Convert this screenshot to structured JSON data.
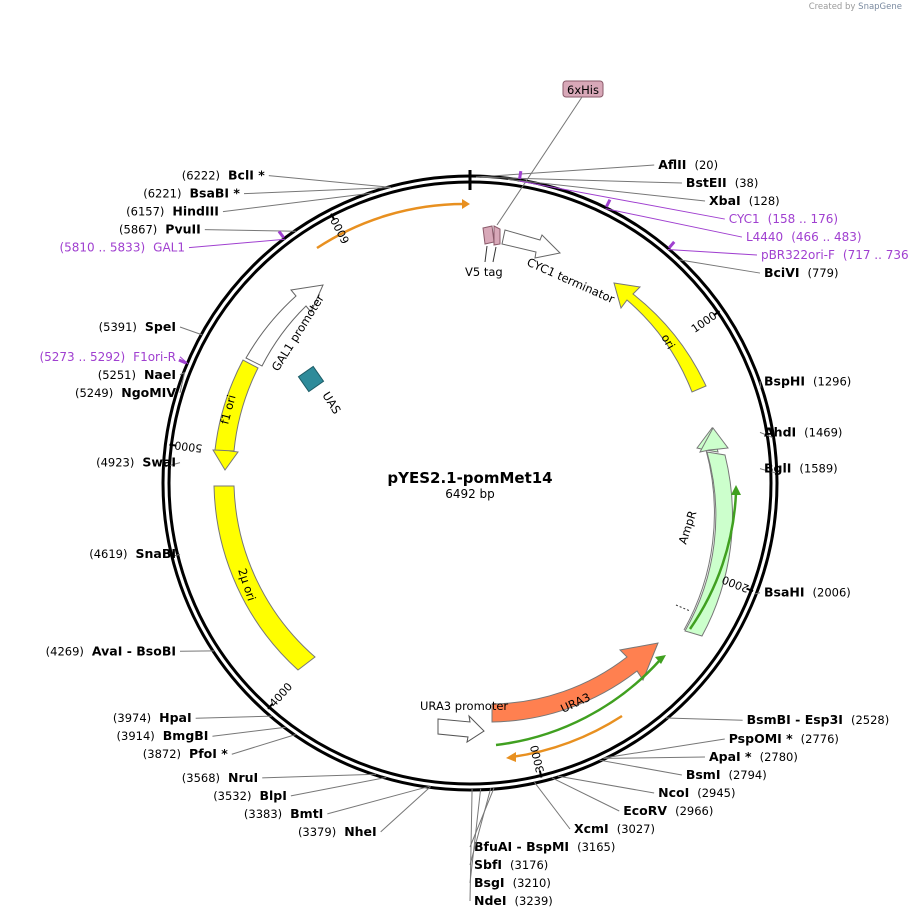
{
  "credit": {
    "prefix": "Created by",
    "brand": "SnapGene"
  },
  "plasmid": {
    "name": "pYES2.1-pomMet14",
    "length": "6492 bp",
    "total_bp": 6492
  },
  "ticks": [
    {
      "bp": 1000,
      "label": "1000"
    },
    {
      "bp": 2000,
      "label": "2000"
    },
    {
      "bp": 3000,
      "label": "3000"
    },
    {
      "bp": 4000,
      "label": "4000"
    },
    {
      "bp": 5000,
      "label": "5000"
    },
    {
      "bp": 6000,
      "label": "6000"
    }
  ],
  "sites": [
    {
      "name": "AflII",
      "pos": "(20)",
      "bp": 20,
      "side": "R"
    },
    {
      "name": "BstEII",
      "pos": "(38)",
      "bp": 38,
      "side": "R"
    },
    {
      "name": "XbaI",
      "pos": "(128)",
      "bp": 128,
      "side": "R"
    },
    {
      "name": "BciVI",
      "pos": "(779)",
      "bp": 779,
      "side": "R"
    },
    {
      "name": "BspHI",
      "pos": "(1296)",
      "bp": 1296,
      "side": "R"
    },
    {
      "name": "AhdI",
      "pos": "(1469)",
      "bp": 1469,
      "side": "R"
    },
    {
      "name": "BglI",
      "pos": "(1589)",
      "bp": 1589,
      "side": "R"
    },
    {
      "name": "BsaHI",
      "pos": "(2006)",
      "bp": 2006,
      "side": "R"
    },
    {
      "name": "BsmBI  -  Esp3I",
      "pos": "(2528)",
      "bp": 2528,
      "side": "R"
    },
    {
      "name": "PspOMI *",
      "pos": "(2776)",
      "bp": 2776,
      "side": "R"
    },
    {
      "name": "ApaI *",
      "pos": "(2780)",
      "bp": 2780,
      "side": "R"
    },
    {
      "name": "BsmI",
      "pos": "(2794)",
      "bp": 2794,
      "side": "R"
    },
    {
      "name": "NcoI",
      "pos": "(2945)",
      "bp": 2945,
      "side": "R"
    },
    {
      "name": "EcoRV",
      "pos": "(2966)",
      "bp": 2966,
      "side": "R"
    },
    {
      "name": "XcmI",
      "pos": "(3027)",
      "bp": 3027,
      "side": "R"
    },
    {
      "name": "BfuAI  -  BspMI",
      "pos": "(3165)",
      "bp": 3165,
      "side": "R"
    },
    {
      "name": "SbfI",
      "pos": "(3176)",
      "bp": 3176,
      "side": "R"
    },
    {
      "name": "BsgI",
      "pos": "(3210)",
      "bp": 3210,
      "side": "R"
    },
    {
      "name": "NdeI",
      "pos": "(3239)",
      "bp": 3239,
      "side": "R"
    },
    {
      "name": "NheI",
      "pos": "(3379)",
      "bp": 3379,
      "side": "L"
    },
    {
      "name": "BmtI",
      "pos": "(3383)",
      "bp": 3383,
      "side": "L"
    },
    {
      "name": "BlpI",
      "pos": "(3532)",
      "bp": 3532,
      "side": "L"
    },
    {
      "name": "NruI",
      "pos": "(3568)",
      "bp": 3568,
      "side": "L"
    },
    {
      "name": "PfoI *",
      "pos": "(3872)",
      "bp": 3872,
      "side": "L"
    },
    {
      "name": "BmgBI",
      "pos": "(3914)",
      "bp": 3914,
      "side": "L"
    },
    {
      "name": "HpaI",
      "pos": "(3974)",
      "bp": 3974,
      "side": "L"
    },
    {
      "name": "AvaI  -  BsoBI",
      "pos": "(4269)",
      "bp": 4269,
      "side": "L"
    },
    {
      "name": "SnaBI",
      "pos": "(4619)",
      "bp": 4619,
      "side": "L"
    },
    {
      "name": "SwaI",
      "pos": "(4923)",
      "bp": 4923,
      "side": "L"
    },
    {
      "name": "NgoMIV",
      "pos": "(5249)",
      "bp": 5249,
      "side": "L"
    },
    {
      "name": "NaeI",
      "pos": "(5251)",
      "bp": 5251,
      "side": "L"
    },
    {
      "name": "SpeI",
      "pos": "(5391)",
      "bp": 5391,
      "side": "L"
    },
    {
      "name": "PvuII",
      "pos": "(5867)",
      "bp": 5867,
      "side": "L"
    },
    {
      "name": "HindIII",
      "pos": "(6157)",
      "bp": 6157,
      "side": "L"
    },
    {
      "name": "BsaBI *",
      "pos": "(6221)",
      "bp": 6221,
      "side": "L"
    },
    {
      "name": "BclI *",
      "pos": "(6222)",
      "bp": 6222,
      "side": "L"
    }
  ],
  "primers": [
    {
      "name": "CYC1",
      "range": "(158 .. 176)",
      "bp": 167,
      "side": "R"
    },
    {
      "name": "L4440",
      "range": "(466 .. 483)",
      "bp": 474,
      "side": "R"
    },
    {
      "name": "pBR322ori-F",
      "range": "(717 .. 736)",
      "bp": 726,
      "side": "R"
    },
    {
      "name": "F1ori-R",
      "range": "(5273 .. 5292)",
      "bp": 5282,
      "side": "L"
    },
    {
      "name": "GAL1",
      "range": "(5810 .. 5833)",
      "bp": 5821,
      "side": "L"
    }
  ],
  "features": {
    "his_tag": "6xHis",
    "v5_tag": "V5 tag",
    "cyc1_terminator": "CYC1 terminator",
    "ori": "ori",
    "ampr": "AmpR",
    "ura3": "URA3",
    "ura3_promoter": "URA3 promoter",
    "two_micron_ori": "2μ ori",
    "f1_ori": "f1 ori",
    "gal1_promoter": "GAL1 promoter",
    "uas": "UAS"
  },
  "colors": {
    "backbone": "#000000",
    "ori": "#ffff00",
    "ampr": "#ccffcc",
    "ura3": "#ff8050",
    "primer": "#a040d0",
    "his_tag": "#d8a8b8",
    "uas": "#2e8b9a",
    "orange_orf": "#e89020",
    "green_orf": "#40a020"
  }
}
